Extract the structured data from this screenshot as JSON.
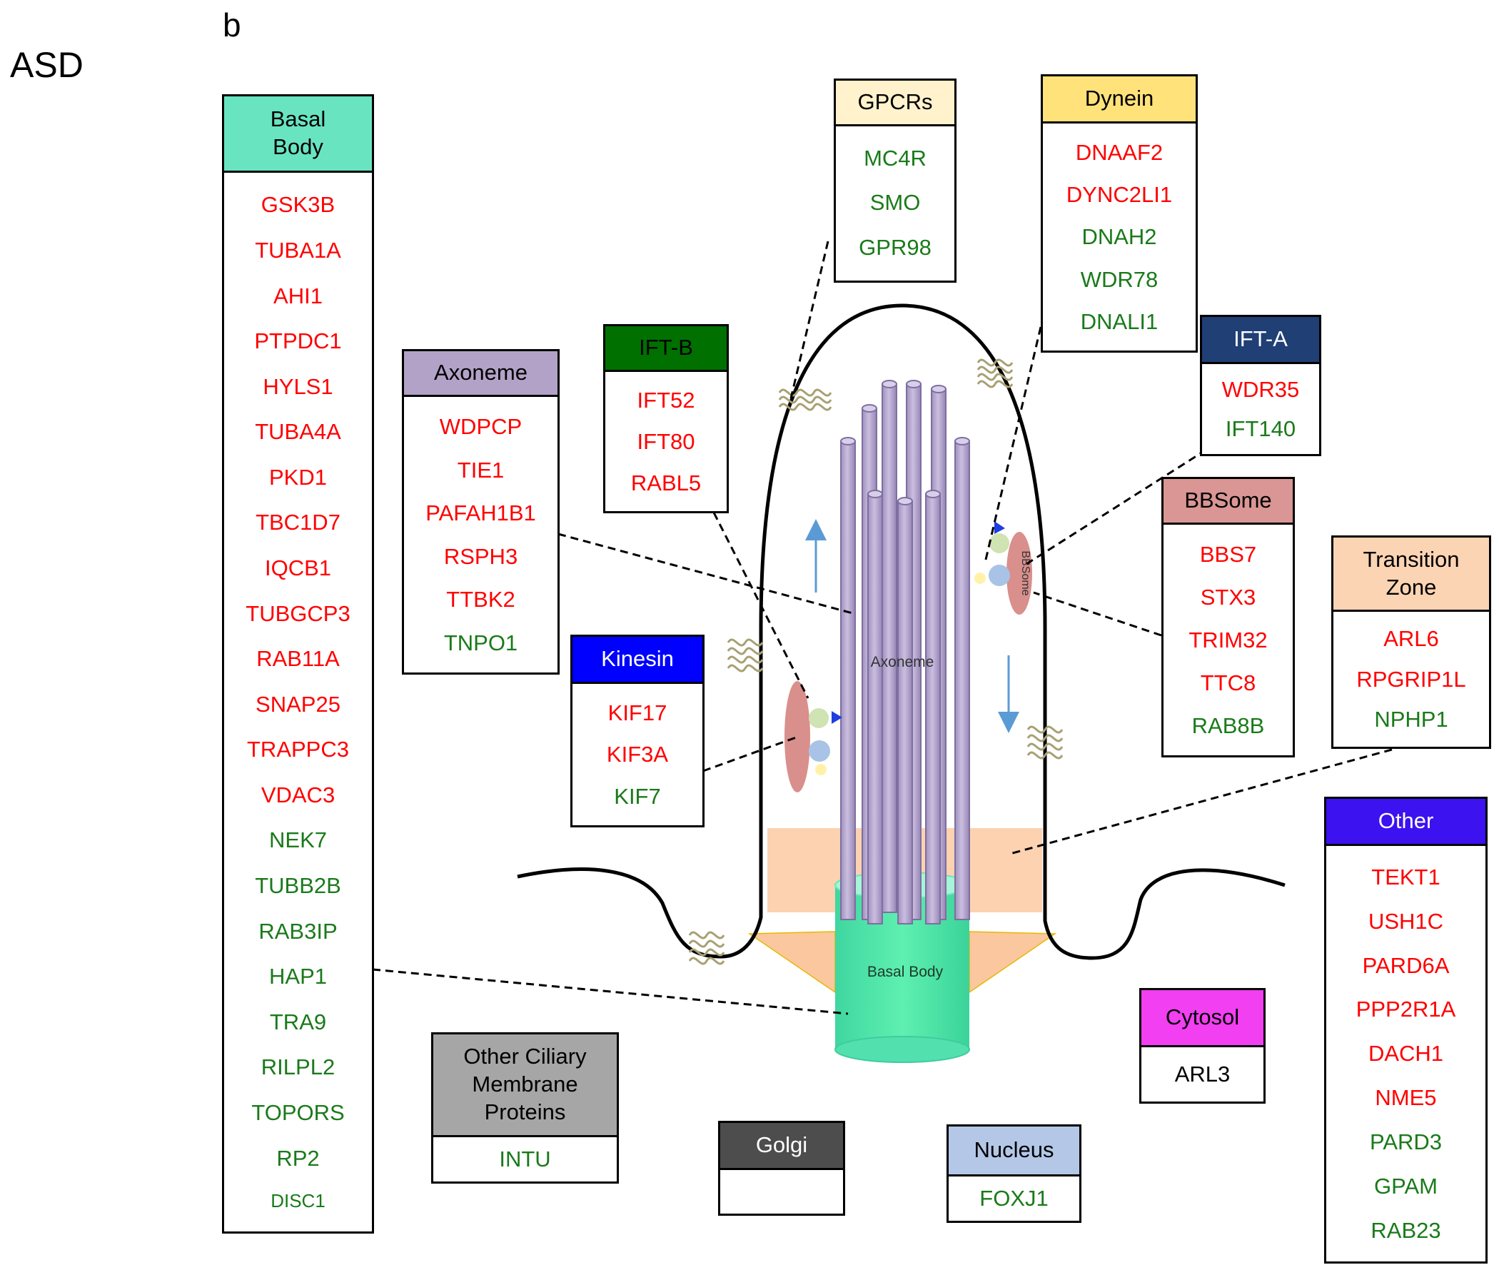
{
  "labels": {
    "disease": "ASD",
    "panel": "b"
  },
  "colors": {
    "red": "#ff0000",
    "green": "#1a7a1a",
    "black": "#000000"
  },
  "diagram_labels": {
    "axoneme": "Axoneme",
    "basal_body": "Basal Body",
    "bbsome": "BBSome"
  },
  "boxes": {
    "basal_body": {
      "title": "Basal Body",
      "header_color": "#69e4c1",
      "genes": [
        {
          "name": "GSK3B",
          "status": "red"
        },
        {
          "name": "TUBA1A",
          "status": "red"
        },
        {
          "name": "AHI1",
          "status": "red"
        },
        {
          "name": "PTPDC1",
          "status": "red"
        },
        {
          "name": "HYLS1",
          "status": "red"
        },
        {
          "name": "TUBA4A",
          "status": "red"
        },
        {
          "name": "PKD1",
          "status": "red"
        },
        {
          "name": "TBC1D7",
          "status": "red"
        },
        {
          "name": "IQCB1",
          "status": "red"
        },
        {
          "name": "TUBGCP3",
          "status": "red"
        },
        {
          "name": "RAB11A",
          "status": "red"
        },
        {
          "name": "SNAP25",
          "status": "red"
        },
        {
          "name": "TRAPPC3",
          "status": "red"
        },
        {
          "name": "VDAC3",
          "status": "red"
        },
        {
          "name": "NEK7",
          "status": "green"
        },
        {
          "name": "TUBB2B",
          "status": "green"
        },
        {
          "name": "RAB3IP",
          "status": "green"
        },
        {
          "name": "HAP1",
          "status": "green"
        },
        {
          "name": "TRA9",
          "status": "green"
        },
        {
          "name": "RILPL2",
          "status": "green"
        },
        {
          "name": "TOPORS",
          "status": "green"
        },
        {
          "name": "RP2",
          "status": "green"
        },
        {
          "name": "DISC1",
          "status": "green"
        }
      ]
    },
    "axoneme": {
      "title": "Axoneme",
      "header_color": "#b3a2c7",
      "genes": [
        {
          "name": "WDPCP",
          "status": "red"
        },
        {
          "name": "TIE1",
          "status": "red"
        },
        {
          "name": "PAFAH1B1",
          "status": "red"
        },
        {
          "name": "RSPH3",
          "status": "red"
        },
        {
          "name": "TTBK2",
          "status": "red"
        },
        {
          "name": "TNPO1",
          "status": "green"
        }
      ]
    },
    "ift_b": {
      "title": "IFT-B",
      "header_color": "#007000",
      "title_color": "#000000",
      "genes": [
        {
          "name": "IFT52",
          "status": "red"
        },
        {
          "name": "IFT80",
          "status": "red"
        },
        {
          "name": "RABL5",
          "status": "red"
        }
      ]
    },
    "kinesin": {
      "title": "Kinesin",
      "header_color": "#0000ff",
      "title_color": "#ffffff",
      "genes": [
        {
          "name": "KIF17",
          "status": "red"
        },
        {
          "name": "KIF3A",
          "status": "red"
        },
        {
          "name": "KIF7",
          "status": "green"
        }
      ]
    },
    "gpcrs": {
      "title": "GPCRs",
      "header_color": "#fff2cc",
      "genes": [
        {
          "name": "MC4R",
          "status": "green"
        },
        {
          "name": "SMO",
          "status": "green"
        },
        {
          "name": "GPR98",
          "status": "green"
        }
      ]
    },
    "dynein": {
      "title": "Dynein",
      "header_color": "#ffe27a",
      "genes": [
        {
          "name": "DNAAF2",
          "status": "red"
        },
        {
          "name": "DYNC2LI1",
          "status": "red"
        },
        {
          "name": "DNAH2",
          "status": "green"
        },
        {
          "name": "WDR78",
          "status": "green"
        },
        {
          "name": "DNALI1",
          "status": "green"
        }
      ]
    },
    "ift_a": {
      "title": "IFT-A",
      "header_color": "#1f3f75",
      "title_color": "#ffffff",
      "genes": [
        {
          "name": "WDR35",
          "status": "red"
        },
        {
          "name": "IFT140",
          "status": "green"
        }
      ]
    },
    "bbsome": {
      "title": "BBSome",
      "header_color": "#d99694",
      "genes": [
        {
          "name": "BBS7",
          "status": "red"
        },
        {
          "name": "STX3",
          "status": "red"
        },
        {
          "name": "TRIM32",
          "status": "red"
        },
        {
          "name": "TTC8",
          "status": "red"
        },
        {
          "name": "RAB8B",
          "status": "green"
        }
      ]
    },
    "transition_zone": {
      "title": "Transition Zone",
      "header_color": "#fbd4b4",
      "genes": [
        {
          "name": "ARL6",
          "status": "red"
        },
        {
          "name": "RPGRIP1L",
          "status": "red"
        },
        {
          "name": "NPHP1",
          "status": "green"
        }
      ]
    },
    "other": {
      "title": "Other",
      "header_color": "#3c12f0",
      "title_color": "#ffffff",
      "genes": [
        {
          "name": "TEKT1",
          "status": "red"
        },
        {
          "name": "USH1C",
          "status": "red"
        },
        {
          "name": "PARD6A",
          "status": "red"
        },
        {
          "name": "PPP2R1A",
          "status": "red"
        },
        {
          "name": "DACH1",
          "status": "red"
        },
        {
          "name": "NME5",
          "status": "red"
        },
        {
          "name": "PARD3",
          "status": "green"
        },
        {
          "name": "GPAM",
          "status": "green"
        },
        {
          "name": "RAB23",
          "status": "green"
        }
      ]
    },
    "cytosol": {
      "title": "Cytosol",
      "header_color": "#f13ff1",
      "genes": [
        {
          "name": "ARL3",
          "status": "black"
        }
      ]
    },
    "other_membrane": {
      "title": "Other Ciliary Membrane Proteins",
      "header_color": "#a6a6a6",
      "genes": [
        {
          "name": "INTU",
          "status": "green"
        }
      ]
    },
    "golgi": {
      "title": "Golgi",
      "header_color": "#4d4d4d",
      "title_color": "#ffffff",
      "genes": []
    },
    "nucleus": {
      "title": "Nucleus",
      "header_color": "#b4c7e7",
      "genes": [
        {
          "name": "FOXJ1",
          "status": "green"
        }
      ]
    }
  }
}
